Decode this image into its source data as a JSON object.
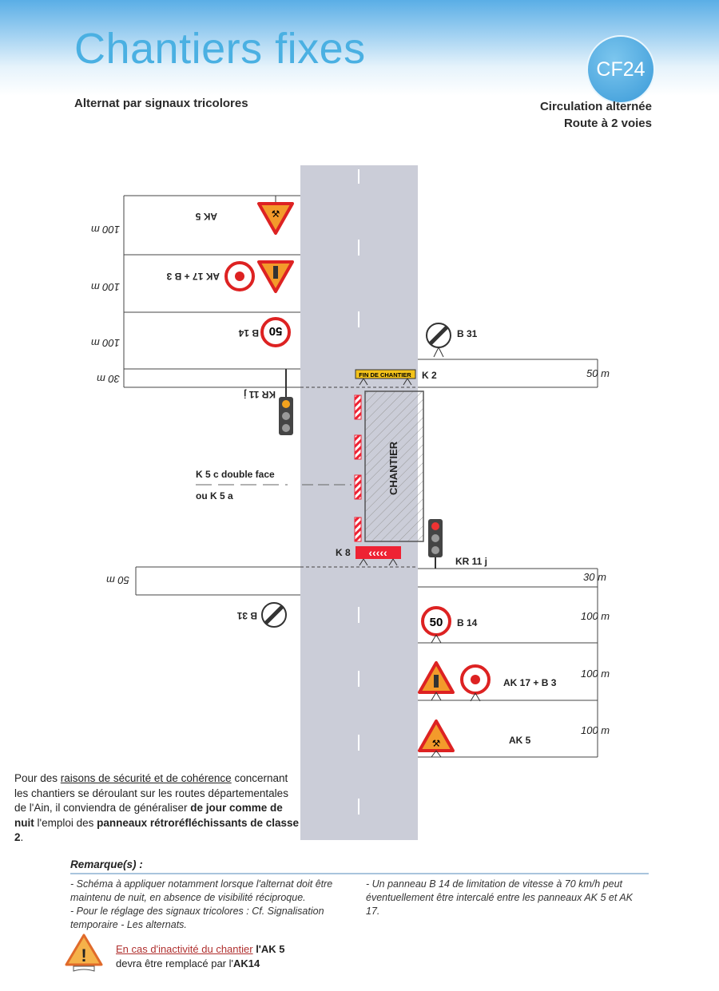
{
  "header": {
    "title": "Chantiers fixes",
    "code": "CF24",
    "subtitle": "Alternat par signaux tricolores",
    "right_line1": "Circulation alternée",
    "right_line2": "Route à 2 voies"
  },
  "diagram": {
    "left_dims": [
      "100 m",
      "100 m",
      "100 m",
      "30 m",
      "50 m"
    ],
    "right_dims": [
      "50 m",
      "30 m",
      "100 m",
      "100 m",
      "100 m"
    ],
    "left_signs": {
      "ak5": "AK 5",
      "ak17b3": "AK 17 + B 3",
      "b14": "B 14",
      "kr11j": "KR 11 j",
      "b31": "B 31",
      "k5c": "K 5 c double face",
      "k5a": "ou K 5 a",
      "b14_value": "50"
    },
    "right_signs": {
      "b31": "B 31",
      "k2": "K 2",
      "k2_banner": "FIN DE CHANTIER",
      "k8": "K 8",
      "kr11j": "KR 11 j",
      "b14": "B 14",
      "b14_value": "50",
      "ak17b3": "AK 17 + B 3",
      "ak5": "AK 5"
    },
    "chantier": "CHANTIER"
  },
  "note": {
    "p1": "Pour des ",
    "u1": "raisons de sécurité et de cohérence",
    "p2": " concernant les chantiers se déroulant sur les routes départementales de l'Ain, il conviendra de généraliser ",
    "b1": "de jour comme de nuit",
    "p3": " l'emploi des ",
    "b2": "panneaux rétroréfléchissants de classe 2",
    "p4": "."
  },
  "remarks": {
    "title": "Remarque(s) :",
    "c1a": "- Schéma à appliquer notamment lorsque l'alternat doit être maintenu de nuit, en absence de visibilité réciproque.",
    "c1b": "- Pour le réglage des signaux tricolores : Cf. Signalisation temporaire - Les alternats.",
    "c2": "- Un panneau B 14 de limitation de vitesse à 70 km/h peut éventuellement être intercalé entre les panneaux AK 5 et AK 17.",
    "warn_u": "En cas d'inactivité du chantier",
    "warn_a": " l'AK 5",
    "warn_b": "devra être remplacé par l'",
    "warn_c": "AK14"
  }
}
